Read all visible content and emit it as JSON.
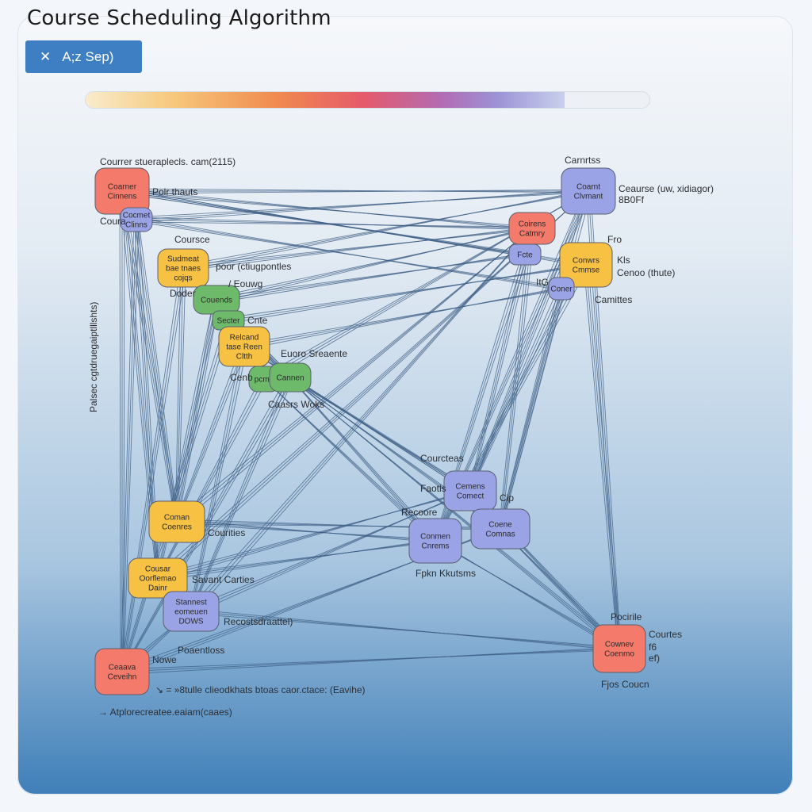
{
  "title": "Course Scheduling Algorithm",
  "tab": {
    "icon": "close-icon",
    "label": "A;z Sep)"
  },
  "progress": {
    "percent": 85
  },
  "colors": {
    "red": "#f47b6b",
    "blue": "#9aa3e6",
    "yellow": "#f7c244",
    "green": "#6dbb6a",
    "edge": "#3d5f86"
  },
  "nodes": [
    {
      "id": "n1",
      "lines": [
        "Coarner",
        "Cinnens"
      ],
      "color": "red"
    },
    {
      "id": "n2",
      "lines": [
        "Cocmet",
        "Clinns"
      ],
      "color": "blue"
    },
    {
      "id": "n3",
      "lines": [
        "Coarnt",
        "Clvmant"
      ],
      "color": "blue"
    },
    {
      "id": "n4",
      "lines": [
        "Coirens",
        "Catmry"
      ],
      "color": "red"
    },
    {
      "id": "n5",
      "lines": [
        "Fcte"
      ],
      "color": "blue"
    },
    {
      "id": "n6",
      "lines": [
        "Conwrs",
        "Cmmse"
      ],
      "color": "yellow"
    },
    {
      "id": "n7",
      "lines": [
        "Coner"
      ],
      "color": "blue"
    },
    {
      "id": "n8",
      "lines": [
        "Sudmeat",
        "bae tnaes",
        "cojqs"
      ],
      "color": "yellow"
    },
    {
      "id": "n9",
      "lines": [
        "Couends"
      ],
      "color": "green"
    },
    {
      "id": "n10",
      "lines": [
        "Secter"
      ],
      "color": "green"
    },
    {
      "id": "n11",
      "lines": [
        "Relcand",
        "tase Reen",
        "Cltth"
      ],
      "color": "yellow"
    },
    {
      "id": "n12",
      "lines": [
        "pcmo"
      ],
      "color": "green"
    },
    {
      "id": "n13",
      "lines": [
        "Cannen"
      ],
      "color": "green"
    },
    {
      "id": "n14",
      "lines": [
        "Coman",
        "Coenres"
      ],
      "color": "yellow"
    },
    {
      "id": "n15",
      "lines": [
        "Cousar",
        "Oorflemao",
        "Dainr"
      ],
      "color": "yellow"
    },
    {
      "id": "n16",
      "lines": [
        "Stannest",
        "eomeuen",
        "DOWS"
      ],
      "color": "blue"
    },
    {
      "id": "n17",
      "lines": [
        "Ceaava",
        "Ceveihn"
      ],
      "color": "red"
    },
    {
      "id": "n18",
      "lines": [
        "Cemens",
        "Comect"
      ],
      "color": "blue"
    },
    {
      "id": "n19",
      "lines": [
        "Conmen",
        "Cnrems"
      ],
      "color": "blue"
    },
    {
      "id": "n20",
      "lines": [
        "Coene",
        "Comnas"
      ],
      "color": "blue"
    },
    {
      "id": "n21",
      "lines": [
        "Cownev",
        "Coenmo"
      ],
      "color": "red"
    }
  ],
  "labels": [
    {
      "id": "l1",
      "text": "Courrer  stueraplecls. cam(2115)"
    },
    {
      "id": "l2",
      "text": "Polr thauts"
    },
    {
      "id": "l3",
      "text": "Coursce"
    },
    {
      "id": "l4",
      "text": "Carnrtss"
    },
    {
      "id": "l5",
      "text": "Ceaurse  (uw, xidiagor)"
    },
    {
      "id": "l6",
      "text": "8B0Ff"
    },
    {
      "id": "l7",
      "text": "Kls"
    },
    {
      "id": "l8",
      "text": "Cenoo (thute)"
    },
    {
      "id": "l9",
      "text": "Camittes"
    },
    {
      "id": "l10",
      "text": "poor (ctiugpontles"
    },
    {
      "id": "l11",
      "text": "/ Eouwg"
    },
    {
      "id": "l12",
      "text": "Doder"
    },
    {
      "id": "l13",
      "text": "Cnte"
    },
    {
      "id": "l14",
      "text": "Euoro Sreaente"
    },
    {
      "id": "l15",
      "text": "Cenb"
    },
    {
      "id": "l16",
      "text": "Caasrs  Woks"
    },
    {
      "id": "l17",
      "text": "Palsec  cgtdruegaiptlllshts)"
    },
    {
      "id": "l18",
      "text": "Courities"
    },
    {
      "id": "l19",
      "text": "Savant Carties"
    },
    {
      "id": "l20",
      "text": "Recostsdraattel)"
    },
    {
      "id": "l21",
      "text": "Poaentloss"
    },
    {
      "id": "l22",
      "text": "Nowe"
    },
    {
      "id": "l23",
      "text": "Fpkn Kkutsms"
    },
    {
      "id": "l24",
      "text": "Cip"
    },
    {
      "id": "l25",
      "text": "Pocirile"
    },
    {
      "id": "l26",
      "text": "Courtes"
    },
    {
      "id": "l27",
      "text": "f6"
    },
    {
      "id": "l28",
      "text": "ef)"
    },
    {
      "id": "l29",
      "text": "Fjos Coucn"
    },
    {
      "id": "l30",
      "text": "↘ = »8tulle clieodkhats btoas caor.ctace: (Eavihe)"
    },
    {
      "id": "l31",
      "text": "→  Atplorecreatee.eaiam(caaes)"
    },
    {
      "id": "l32",
      "text": "Coura"
    },
    {
      "id": "l33",
      "text": "Faotls"
    },
    {
      "id": "l34",
      "text": "Recoore"
    },
    {
      "id": "l35",
      "text": "Courcteas"
    },
    {
      "id": "l36",
      "text": "ItG"
    },
    {
      "id": "l37",
      "text": "Fro"
    }
  ]
}
